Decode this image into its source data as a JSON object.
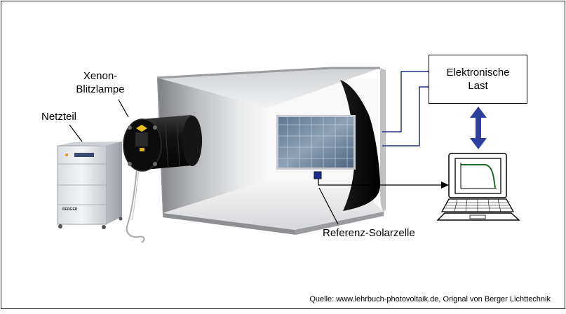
{
  "labels": {
    "xenon_line1": "Xenon-",
    "xenon_line2": "Blitzlampe",
    "netzteil": "Netzteil",
    "referenz": "Referenz-Solarzelle",
    "load_line1": "Elektronische",
    "load_line2": "Last",
    "cabinet_brand": "BERGER"
  },
  "source": "Quelle: www.lehrbuch-photovoltaik.de, Orignal von Berger Lichttechnik",
  "colors": {
    "wire": "#1f2f8a",
    "arrow": "#2e3f9e",
    "frame": "#222222"
  }
}
